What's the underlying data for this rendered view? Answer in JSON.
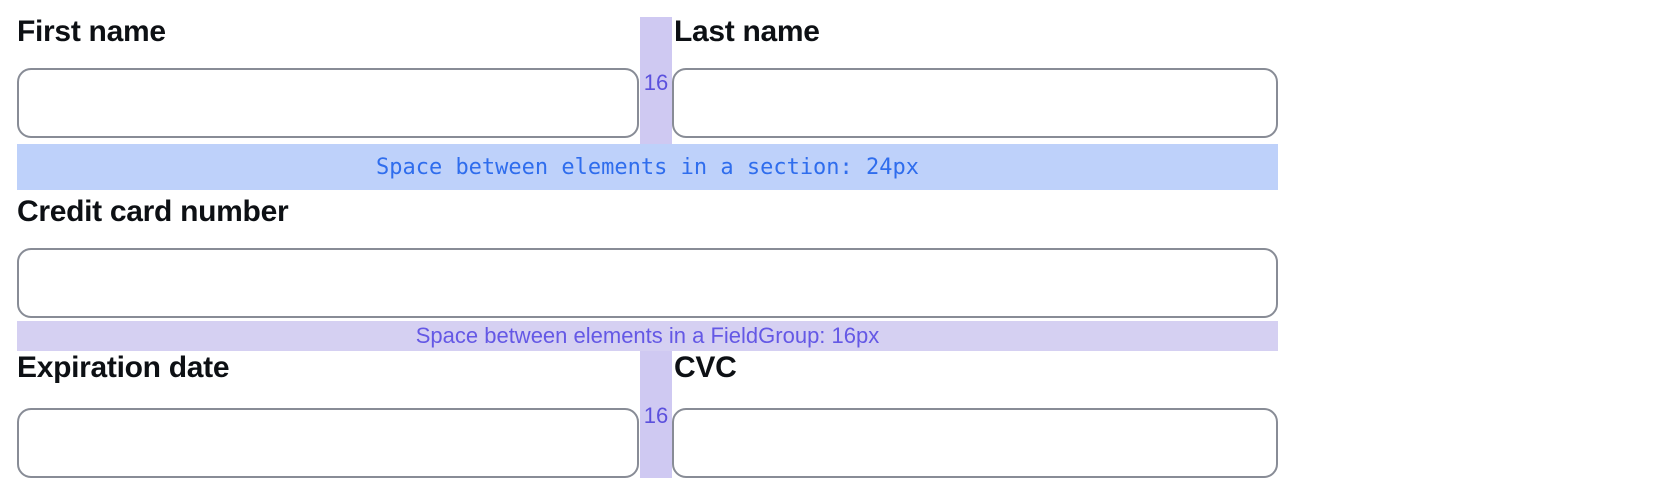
{
  "labels": {
    "first_name": "First name",
    "last_name": "Last name",
    "credit_card_number": "Credit card number",
    "expiration_date": "Expiration date",
    "cvc": "CVC"
  },
  "inputs": {
    "first_name": {
      "value": "",
      "placeholder": ""
    },
    "last_name": {
      "value": "",
      "placeholder": ""
    },
    "credit_card_number": {
      "value": "",
      "placeholder": ""
    },
    "expiration_date": {
      "value": "",
      "placeholder": ""
    },
    "cvc": {
      "value": "",
      "placeholder": ""
    }
  },
  "gap_markers": {
    "row1": "16",
    "row3": "16"
  },
  "spacer_bands": {
    "section": "Space between elements in a section: 24px",
    "fieldgroup": "Space between elements in a FieldGroup: 16px"
  },
  "colors": {
    "page_bg": "#ffffff",
    "label_text": "#0d1014",
    "input_border": "#888c96",
    "input_bg": "#ffffff",
    "section_band_bg": "#bed1fa",
    "section_band_text": "#2f6ded",
    "fieldgroup_band_bg": "#d5d0f2",
    "fieldgroup_band_text": "#6458e5",
    "gap_strip_bg": "#cfc9f2",
    "gap_marker_text": "#5b50dd"
  }
}
